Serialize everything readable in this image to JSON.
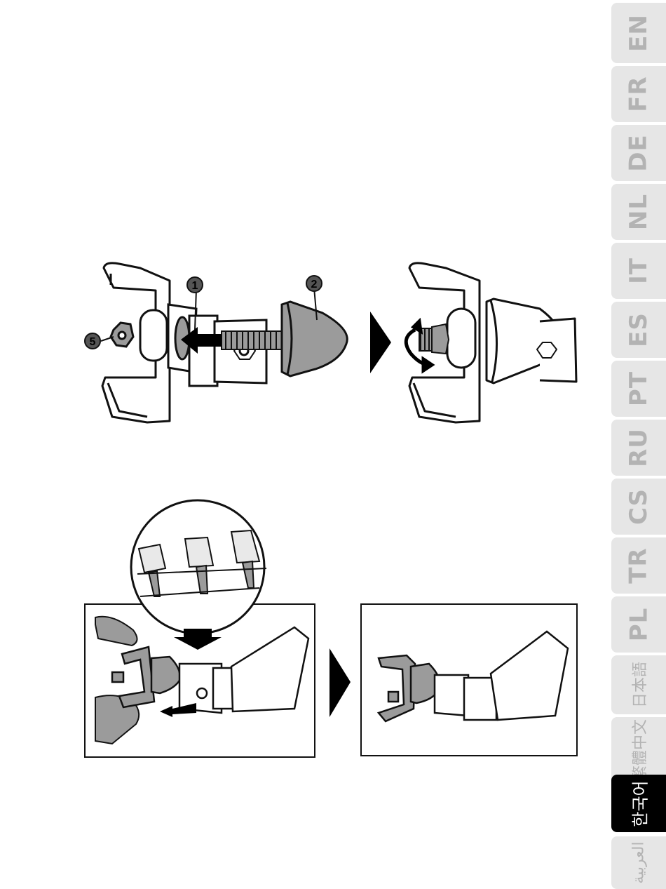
{
  "language_tabs": [
    {
      "label": "EN",
      "active": false
    },
    {
      "label": "FR",
      "active": false
    },
    {
      "label": "DE",
      "active": false
    },
    {
      "label": "NL",
      "active": false
    },
    {
      "label": "IT",
      "active": false
    },
    {
      "label": "ES",
      "active": false
    },
    {
      "label": "PT",
      "active": false
    },
    {
      "label": "RU",
      "active": false
    },
    {
      "label": "CS",
      "active": false
    },
    {
      "label": "TR",
      "active": false
    },
    {
      "label": "PL",
      "active": false
    },
    {
      "label": "日本語",
      "active": false
    },
    {
      "label": "繁體中文",
      "active": false
    },
    {
      "label": "한국어",
      "active": true
    },
    {
      "label": "العربية",
      "active": false
    }
  ],
  "callouts": {
    "part_1": "1",
    "part_2": "2",
    "part_5": "5"
  },
  "colors": {
    "tab_inactive_bg": "#e6e6e6",
    "tab_inactive_text": "#b3b3b3",
    "tab_active_bg": "#000000",
    "tab_active_text": "#ffffff",
    "part_gray": "#9b9b9b",
    "line": "#111111"
  }
}
